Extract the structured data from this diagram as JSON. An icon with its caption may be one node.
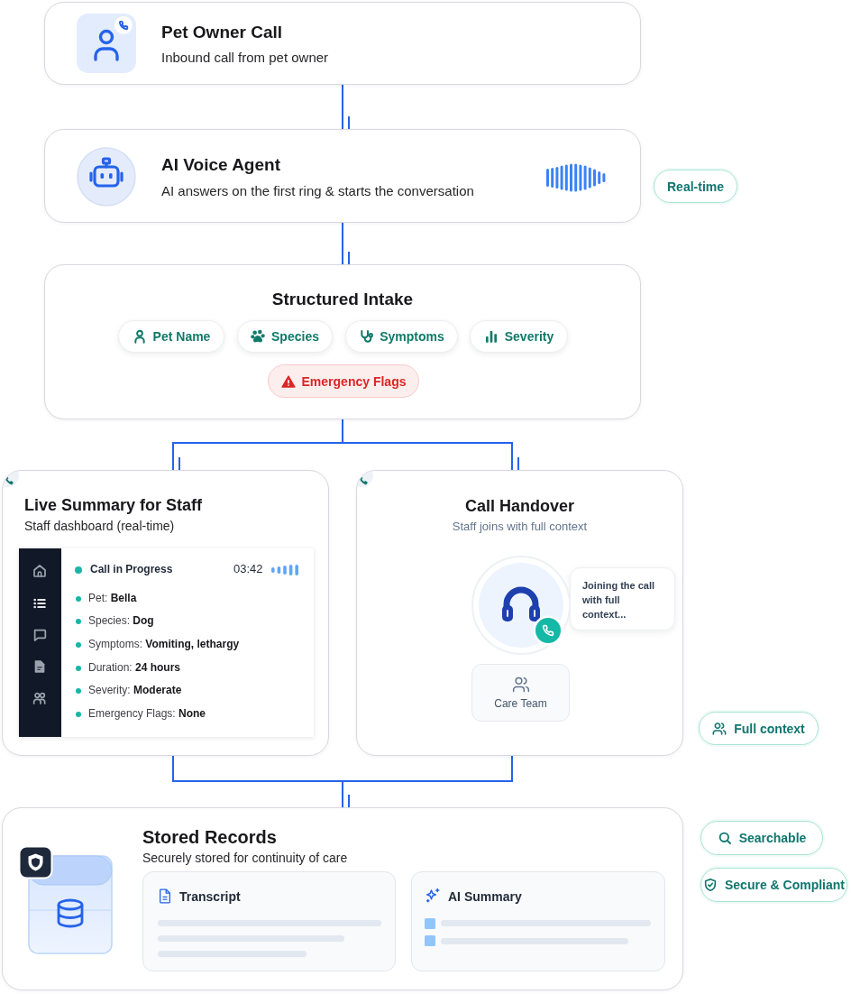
{
  "diagram": {
    "nodes": [
      {
        "text": [
          "Pet Owner Call",
          "Inbound call from pet owner"
        ]
      },
      {
        "text": [
          "AI Voice Agent",
          "AI answers on the first ring & starts the conversation"
        ]
      },
      {
        "text": [
          "Real-time"
        ]
      },
      {
        "text": [
          "Structured Intake"
        ]
      },
      {
        "text": [
          "Pet Name"
        ],
        "in": 3
      },
      {
        "text": [
          "Species"
        ],
        "in": 3
      },
      {
        "text": [
          "Symptoms"
        ],
        "in": 3
      },
      {
        "text": [
          "Severity"
        ],
        "in": 3
      },
      {
        "text": [
          "Emergency Flags"
        ],
        "in": 3
      },
      {
        "text": [
          "Live Summary for Staff",
          "Staff dashboard (real-time)"
        ]
      },
      {
        "text": [
          "Call in Progress",
          "03:42",
          "Pet: **Bella**",
          "Species: **Dog**",
          "Symptoms: **Vomiting, lethargy**",
          "Duration: **24 hours**",
          "Severity: **Moderate**",
          "Emergency Flags: **None**"
        ],
        "in": 9
      },
      {
        "text": [
          "Call Handover",
          "Staff joins with full context"
        ]
      },
      {
        "text": [
          "Joining the call with full context..."
        ],
        "in": 11
      },
      {
        "text": [
          "Care Team"
        ],
        "in": 11
      },
      {
        "text": [
          "Full context"
        ]
      },
      {
        "text": [
          "Stored Records",
          "Securely stored for continuity of care"
        ]
      },
      {
        "text": [
          "Transcript"
        ],
        "in": 15
      },
      {
        "text": [
          "AI Summary"
        ],
        "in": 15
      },
      {
        "text": [
          "Searchable"
        ]
      },
      {
        "text": [
          "Secure & Compliant"
        ]
      }
    ],
    "edges": [
      {
        "from": 0,
        "to": 1,
        "arrow": "none"
      },
      {
        "from": 1,
        "to": 3,
        "arrow": "none"
      },
      {
        "from": 3,
        "to": 9,
        "arrow": "none"
      },
      {
        "from": 3,
        "to": 11,
        "arrow": "none"
      },
      {
        "from": 9,
        "to": 15,
        "arrow": "none"
      },
      {
        "from": 11,
        "to": 15,
        "arrow": "none"
      }
    ]
  }
}
